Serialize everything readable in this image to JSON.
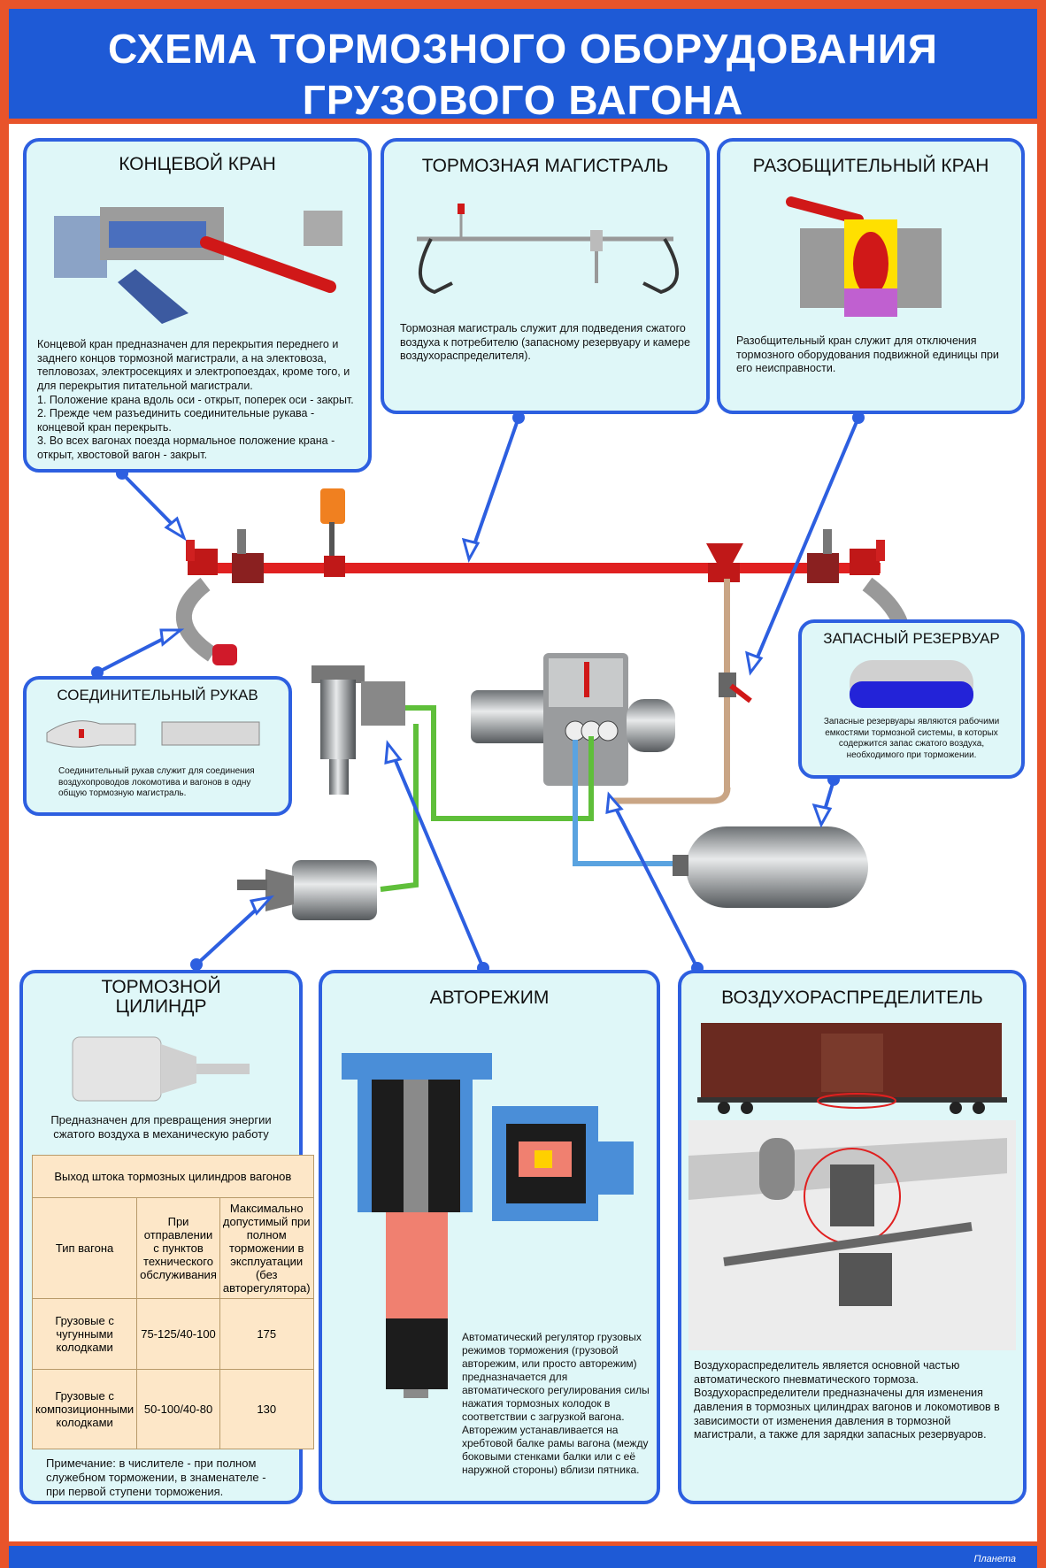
{
  "title": {
    "line1": "СХЕМА ТОРМОЗНОГО ОБОРУДОВАНИЯ",
    "line2": "ГРУЗОВОГО ВАГОНА"
  },
  "boxes": {
    "end_cock": {
      "heading": "КОНЦЕВОЙ КРАН",
      "text": [
        "Концевой кран предназначен для перекрытия переднего и заднего концов тормозной магистрали, а на электовоза, тепловозах, электросекциях и электропоездах, кроме того, и для перекрытия питательной магистрали.",
        "1. Положение крана вдоль оси - открыт, поперек оси - закрыт.",
        "2. Прежде чем разъединить соединительные рукава - концевой кран перекрыть.",
        "3. Во всех вагонах поезда нормальное положение крана - открыт, хвостовой вагон - закрыт."
      ]
    },
    "brake_line": {
      "heading": "ТОРМОЗНАЯ МАГИСТРАЛЬ",
      "text": "Тормозная магистраль служит для подведения сжатого воздуха к потребителю (запасному резервуару и камере воздухораспределителя)."
    },
    "cutout_cock": {
      "heading": "РАЗОБЩИТЕЛЬНЫЙ КРАН",
      "text": "Разобщительный кран служит для отключения тормозного оборудования подвижной единицы при его неисправности."
    },
    "hose": {
      "heading": "СОЕДИНИТЕЛЬНЫЙ РУКАВ",
      "text": "Соединительный рукав служит для соединения воздухопроводов локомотива и вагонов в одну общую тормозную магистраль."
    },
    "reservoir": {
      "heading": "ЗАПАСНЫЙ РЕЗЕРВУАР",
      "text": "Запасные резервуары являются рабочими емкостями тормозной системы, в которых содержится запас сжатого воздуха, необходимого при торможении."
    },
    "cylinder": {
      "heading1": "ТОРМОЗНОЙ",
      "heading2": "ЦИЛИНДР",
      "text": "Предназначен для превращения энергии сжатого воздуха в механическую работу",
      "table": {
        "caption": "Выход штока тормозных цилиндров вагонов",
        "col1": "Тип вагона",
        "col2": "При отправлении с пунктов технического обслуживания",
        "col3": "Максимально допустимый при полном торможении в эксплуатации (без авторегулятора)",
        "rows": [
          {
            "type": "Грузовые с чугунными колодками",
            "depart": "75-125/40-100",
            "max": "175"
          },
          {
            "type": "Грузовые с композиционными колодками",
            "depart": "50-100/40-80",
            "max": "130"
          }
        ]
      },
      "note": "Примечание: в числителе - при полном служебном торможении, в знаменателе - при первой ступени торможения."
    },
    "autoregime": {
      "heading": "АВТОРЕЖИМ",
      "text1": "Автоматический регулятор грузовых режимов торможения (грузовой авторежим, или просто авторежим) предназначается для автоматического регулирования силы нажатия тормозных колодок в соответствии с загрузкой вагона.",
      "text2": "Авторежим устанавливается на хребтовой балке рамы вагона (между боковыми стенками балки или с её наружной стороны) вблизи пятника."
    },
    "distributor": {
      "heading": "ВОЗДУХОРАСПРЕДЕЛИТЕЛЬ",
      "text1": "Воздухораспределитель является основной частью автоматического пневматического тормоза.",
      "text2": "Воздухораспределители предназначены для изменения давления в тормозных цилиндрах вагонов и локомотивов в зависимости от изменения давления в тормозной магистрали, а также для зарядки запасных резервуаров."
    }
  },
  "logo": "Планета",
  "colors": {
    "accent": "#2d5fe0",
    "frame": "#e8542a",
    "box_bg": "#dff7f8",
    "pipe": "#e02020"
  }
}
